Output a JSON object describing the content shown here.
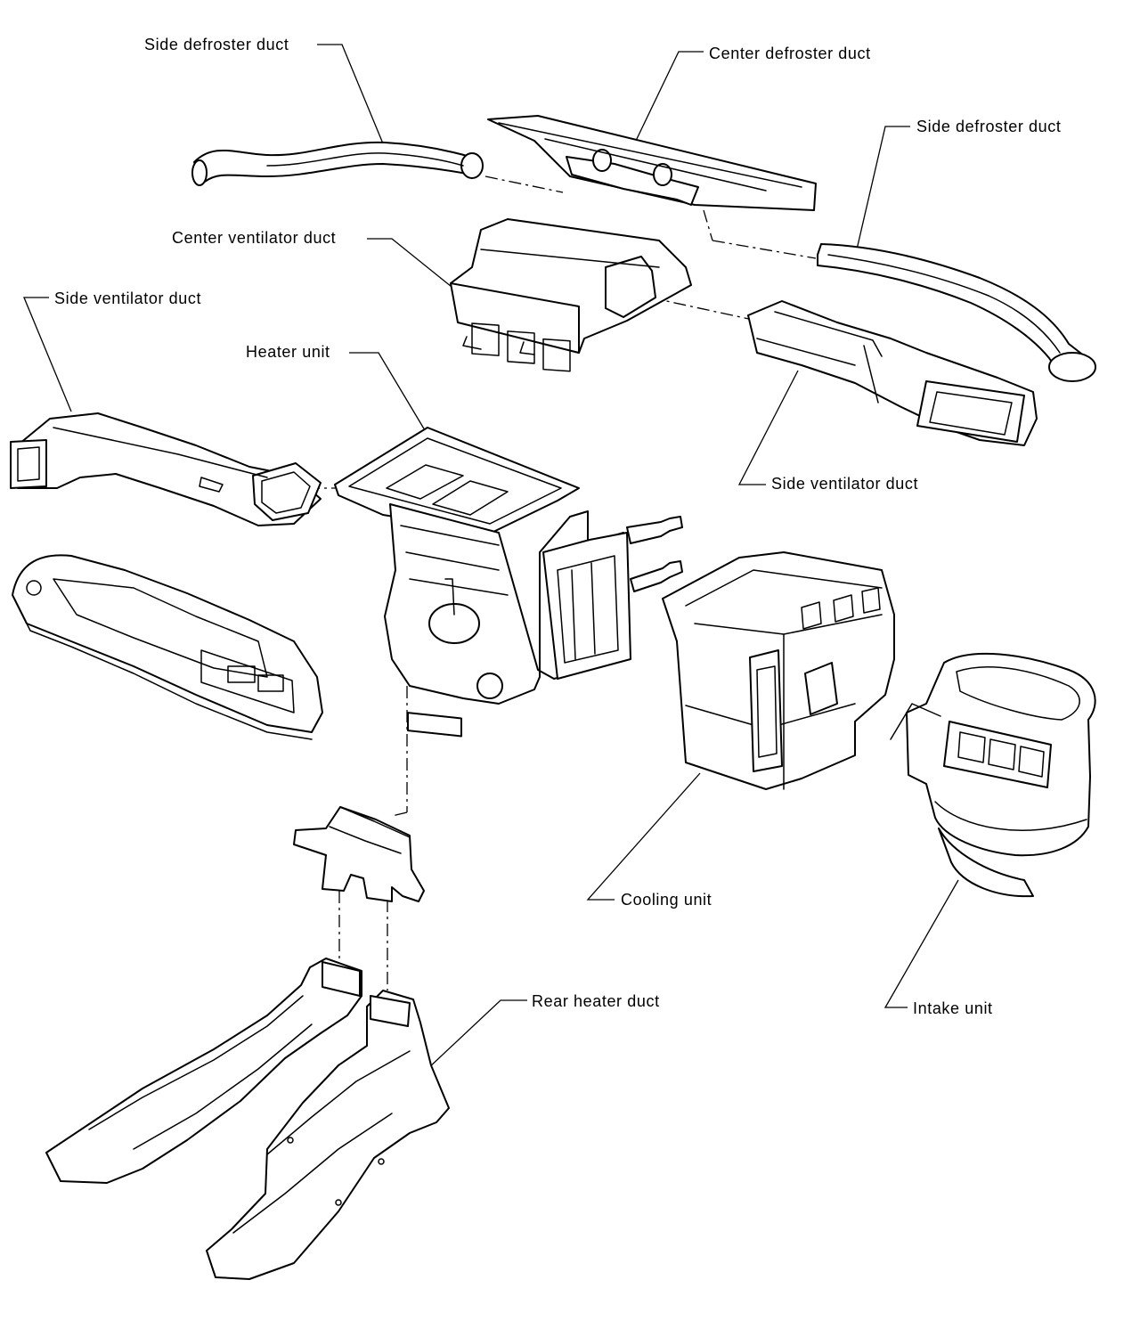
{
  "labels": {
    "side_defroster_duct_left": "Side defroster duct",
    "center_defroster_duct": "Center defroster duct",
    "side_defroster_duct_right": "Side defroster duct",
    "center_ventilator_duct": "Center ventilator duct",
    "side_ventilator_duct_left": "Side ventilator duct",
    "heater_unit": "Heater unit",
    "side_ventilator_duct_right": "Side ventilator duct",
    "cooling_unit": "Cooling unit",
    "rear_heater_duct": "Rear heater duct",
    "intake_unit": "Intake unit"
  }
}
